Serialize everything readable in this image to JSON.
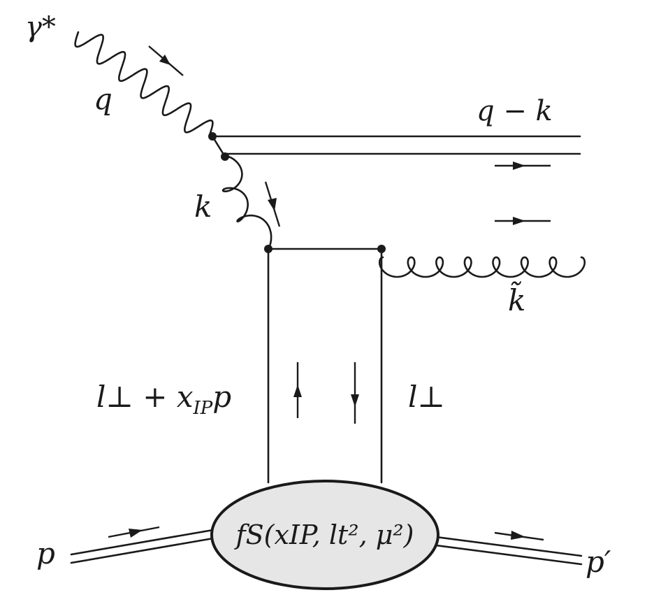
{
  "labels": {
    "photon": "γ*",
    "photon_momentum": "q",
    "quark_line": "q − k",
    "gluon_momentum": "k",
    "emitted_gluon": "k̃",
    "left_exchange": "l⊥ + x",
    "left_exchange_sub": "IP",
    "left_exchange_tail": "p",
    "right_exchange": "l⊥",
    "blob_text": "fS(xIP, lt², μ²)",
    "incoming_proton": "p",
    "outgoing_proton": "p′"
  },
  "colors": {
    "line": "#1a1a1a",
    "blob_fill": "#e6e6e6"
  }
}
